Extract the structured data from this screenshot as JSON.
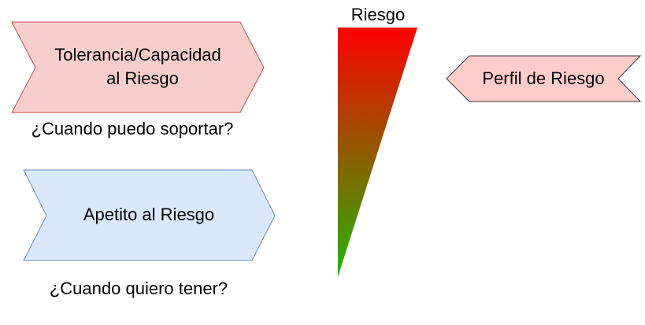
{
  "diagram": {
    "tolerance_shape": {
      "line1": "Tolerancia/Capacidad",
      "line2": "al Riesgo",
      "fill": "#f8cecc",
      "stroke": "#b85450"
    },
    "tolerance_question": "¿Cuando puedo soportar?",
    "appetite_shape": {
      "label": "Apetito al Riesgo",
      "fill": "#dae8fc",
      "stroke": "#6c8ebf"
    },
    "appetite_question": "¿Cuando quiero tener?",
    "risk_scale": {
      "title": "Riesgo",
      "gradient_top": "#ff0000",
      "gradient_bottom": "#22b500"
    },
    "profile_shape": {
      "label": "Perfil de Riesgo",
      "fill": "#ffcccc",
      "stroke": "#36393d"
    }
  }
}
